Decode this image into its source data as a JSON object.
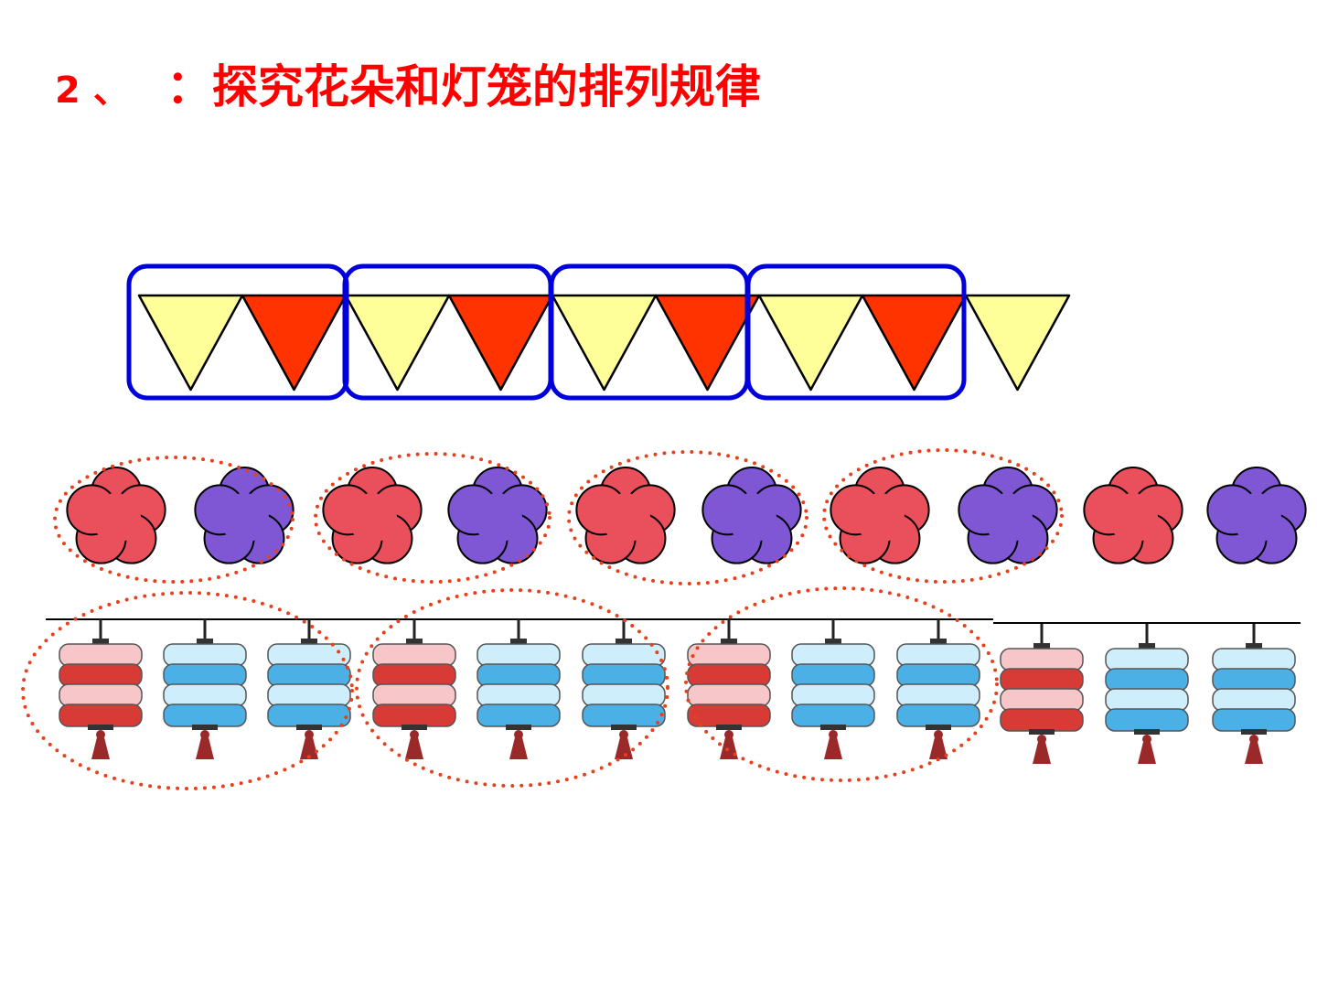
{
  "title": {
    "number": "2",
    "separator": "、",
    "text": "：探究花朵和灯笼的排列规律"
  },
  "colors": {
    "title": "#ff0000",
    "flag_yellow": "#ffff99",
    "flag_red": "#ff3300",
    "group_box": "#0000dd",
    "flower_red": "#e9505c",
    "flower_purple": "#7f57d4",
    "dotted_oval": "#e8401c",
    "lantern_red": "#d83a36",
    "lantern_pink": "#f6c6c8",
    "lantern_blue": "#4ab0e6",
    "lantern_light_blue": "#cfeefc",
    "tassel": "#9a2a2a"
  },
  "flags": {
    "sequence": [
      "yellow",
      "red",
      "yellow",
      "red",
      "yellow",
      "red",
      "yellow",
      "red",
      "yellow"
    ],
    "group_size": 2,
    "groups_marked": 4
  },
  "flowers": {
    "sequence": [
      "red",
      "purple",
      "red",
      "purple",
      "red",
      "purple",
      "red",
      "purple",
      "red",
      "purple"
    ],
    "group_size": 2,
    "groups_marked": 4
  },
  "lanterns": {
    "sequence": [
      "red",
      "blue",
      "blue",
      "red",
      "blue",
      "blue",
      "red",
      "blue",
      "blue",
      "red",
      "blue",
      "blue"
    ],
    "group_size": 3,
    "groups_marked": 3
  }
}
